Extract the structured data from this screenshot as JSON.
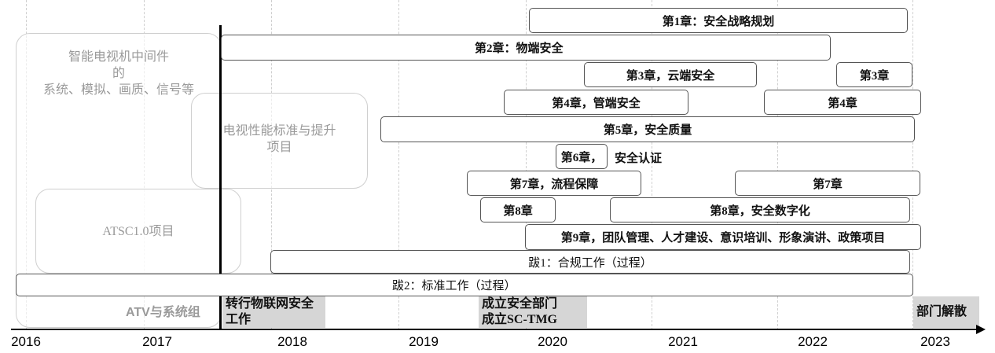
{
  "years": [
    "2016",
    "2017",
    "2018",
    "2019",
    "2020",
    "2021",
    "2022",
    "2023"
  ],
  "group_boxes": {
    "middleware": {
      "line1": "智能电视机中间件",
      "line2": "的",
      "line3": "系统、模拟、画质、信号等"
    },
    "tv_performance": {
      "line1": "电视性能标准与提升",
      "line2": "项目"
    },
    "atsc": {
      "label": "ATSC1.0项目"
    },
    "atv": {
      "label": "ATV与系统组"
    }
  },
  "bars": {
    "ch1": "第1章：安全战略规划",
    "ch2": "第2章：物端安全",
    "ch3a": "第3章，云端安全",
    "ch3b": "第3章",
    "ch4a": "第4章，管端安全",
    "ch4b": "第4章",
    "ch5": "第5章，安全质量",
    "ch6": "第6章，",
    "ch6_suffix": "安全认证",
    "ch7a": "第7章，流程保障",
    "ch7b": "第7章",
    "ch8a": "第8章",
    "ch8b": "第8章，安全数字化",
    "ch9": "第9章，团队管理、人才建设、意识培训、形象演讲、政策项目",
    "postscript1": "跋1：合规工作（过程）",
    "postscript2": "跋2：标准工作（过程）"
  },
  "milestones": {
    "iot_line1": "转行物联网安全",
    "iot_line2": "工作",
    "dept_line1": "成立安全部门",
    "dept_line2": "成立SC-TMG",
    "dissolve": "部门解散"
  },
  "colors": {
    "milestone_bg": "#d6d6d6",
    "faded_text": "#9a9a9a",
    "axis": "#000000"
  }
}
